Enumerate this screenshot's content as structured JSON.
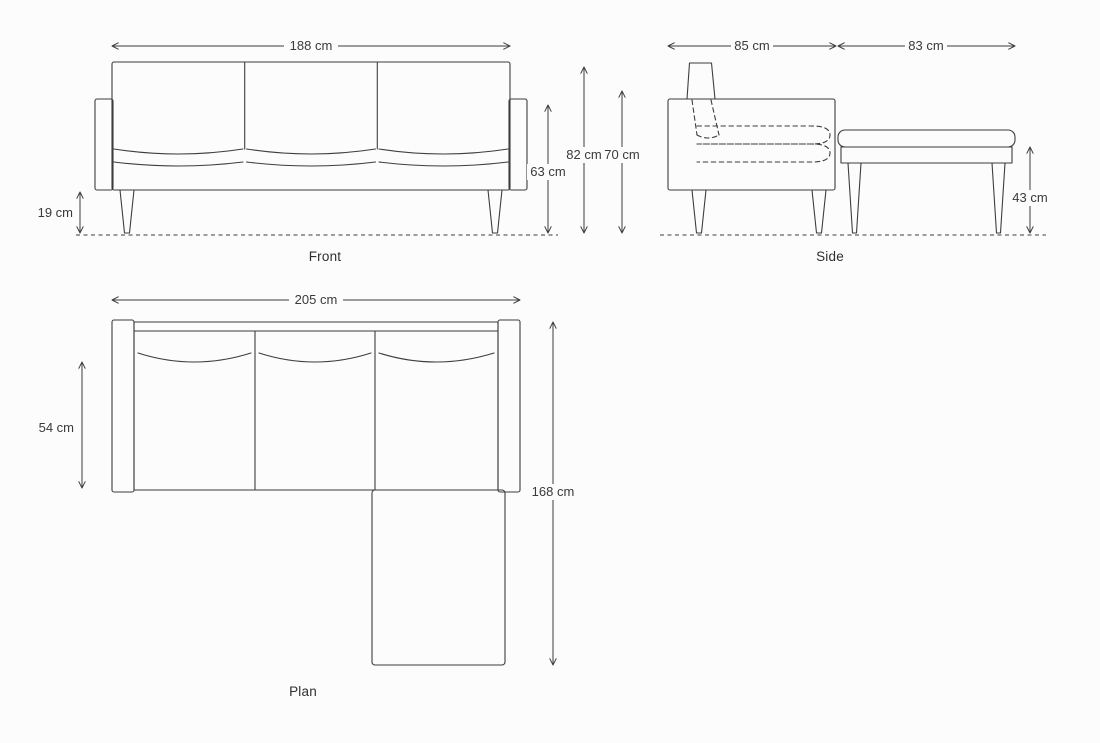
{
  "drawing": {
    "front": {
      "label": "Front",
      "dims": {
        "width": "188 cm",
        "leg_height": "19 cm",
        "seat_height": "63 cm",
        "total_height": "82 cm",
        "arm_height": "70 cm"
      }
    },
    "side": {
      "label": "Side",
      "dims": {
        "sofa_depth": "85 cm",
        "chaise_depth": "83 cm",
        "chaise_height": "43 cm"
      }
    },
    "plan": {
      "label": "Plan",
      "dims": {
        "width": "205 cm",
        "seat_depth": "54 cm",
        "total_depth": "168 cm"
      }
    }
  },
  "colors": {
    "line": "#3d3d3d",
    "text": "#3a3a3a",
    "background": "#fcfcfc"
  }
}
